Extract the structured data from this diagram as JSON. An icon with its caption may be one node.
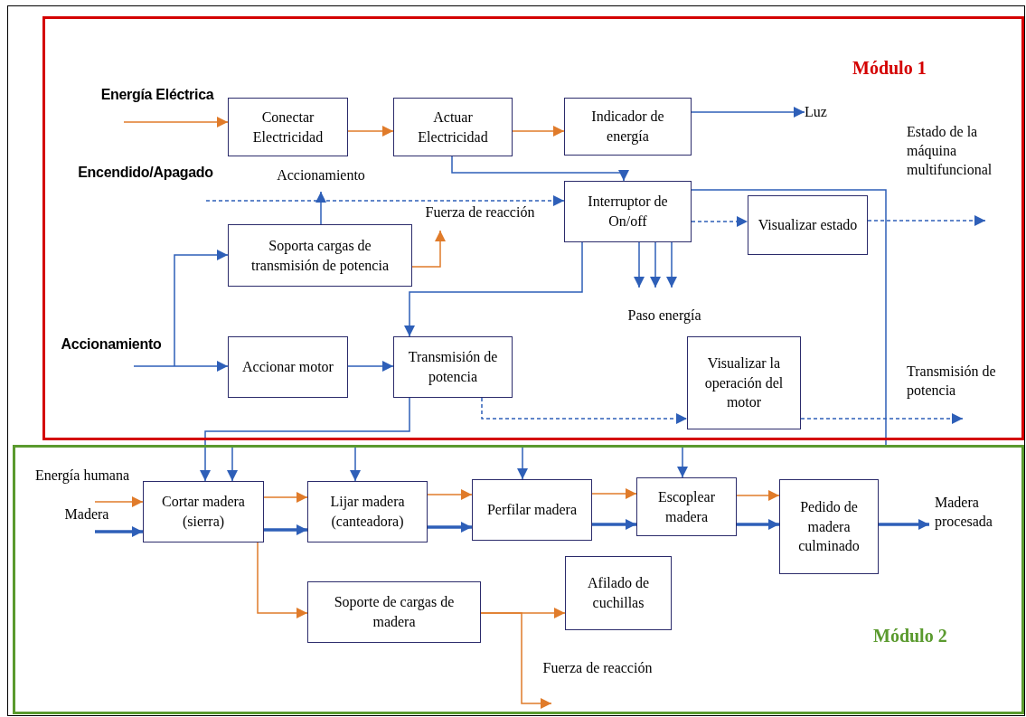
{
  "diagram": {
    "nodes": [
      {
        "text": [
          "Módulo 1"
        ]
      },
      {
        "text": [
          "Módulo 2"
        ]
      },
      {
        "text": [
          "Energía Eléctrica"
        ],
        "in": 0
      },
      {
        "text": [
          "Conectar Electricidad"
        ],
        "in": 0
      },
      {
        "text": [
          "Actuar Electricidad"
        ],
        "in": 0
      },
      {
        "text": [
          "Indicador de energía"
        ],
        "in": 0
      },
      {
        "text": [
          "Luz"
        ],
        "in": 0
      },
      {
        "text": [
          "Encendido/Apagado"
        ],
        "in": 0
      },
      {
        "text": [
          "Accionamiento"
        ],
        "in": 0
      },
      {
        "text": [
          "Fuerza de reacción"
        ],
        "in": 0
      },
      {
        "text": [
          "Interruptor de On/off"
        ],
        "in": 0
      },
      {
        "text": [
          "Visualizar estado"
        ],
        "in": 0
      },
      {
        "text": [
          "Estado de la máquina multifuncional"
        ],
        "in": 0
      },
      {
        "text": [
          "Soporta cargas de transmisión de potencia"
        ],
        "in": 0
      },
      {
        "text": [
          "Paso energía"
        ],
        "in": 0
      },
      {
        "text": [
          "Accionamiento"
        ],
        "in": 0
      },
      {
        "text": [
          "Accionar motor"
        ],
        "in": 0
      },
      {
        "text": [
          "Transmisión de potencia"
        ],
        "in": 0
      },
      {
        "text": [
          "Visualizar la operación del motor"
        ],
        "in": 0
      },
      {
        "text": [
          "Transmisión de potencia"
        ],
        "in": 0
      },
      {
        "text": [
          "Energía humana"
        ],
        "in": 1
      },
      {
        "text": [
          "Madera"
        ],
        "in": 1
      },
      {
        "text": [
          "Cortar madera (sierra)"
        ],
        "in": 1
      },
      {
        "text": [
          "Lijar madera (canteadora)"
        ],
        "in": 1
      },
      {
        "text": [
          "Perfilar madera"
        ],
        "in": 1
      },
      {
        "text": [
          "Escoplear madera"
        ],
        "in": 1
      },
      {
        "text": [
          "Pedido de madera culminado"
        ],
        "in": 1
      },
      {
        "text": [
          "Madera procesada"
        ],
        "in": 1
      },
      {
        "text": [
          "Soporte de cargas de madera"
        ],
        "in": 1
      },
      {
        "text": [
          "Afilado de cuchillas"
        ],
        "in": 1
      },
      {
        "text": [
          "Fuerza de reacción"
        ],
        "in": 1
      }
    ],
    "edges": [
      {
        "from": 2,
        "to": 3,
        "arrow": "to",
        "color": "#e07b2a"
      },
      {
        "from": 3,
        "to": 4,
        "arrow": "to",
        "color": "#e07b2a"
      },
      {
        "from": 4,
        "to": 5,
        "arrow": "to",
        "color": "#e07b2a"
      },
      {
        "from": 5,
        "to": 6,
        "arrow": "to"
      },
      {
        "from": 4,
        "to": 10,
        "arrow": "to"
      },
      {
        "from": 7,
        "to": 10,
        "arrow": "to",
        "style": "dashed"
      },
      {
        "from": 13,
        "to": 8,
        "arrow": "to"
      },
      {
        "from": 13,
        "to": 9,
        "arrow": "to",
        "color": "#e07b2a"
      },
      {
        "from": 10,
        "to": 11,
        "arrow": "to",
        "style": "dashed"
      },
      {
        "from": 11,
        "to": 12,
        "arrow": "to",
        "style": "dashed"
      },
      {
        "from": 10,
        "to": 14,
        "arrow": "to"
      },
      {
        "from": 10,
        "to": 14,
        "arrow": "to"
      },
      {
        "from": 10,
        "to": 14,
        "arrow": "to"
      },
      {
        "from": 10,
        "to": 17,
        "arrow": "to"
      },
      {
        "from": 15,
        "to": 16,
        "arrow": "to"
      },
      {
        "from": 15,
        "to": 13,
        "arrow": "to"
      },
      {
        "from": 16,
        "to": 17,
        "arrow": "to"
      },
      {
        "from": 17,
        "to": 18,
        "arrow": "to",
        "style": "dashed"
      },
      {
        "from": 18,
        "to": 19,
        "arrow": "to",
        "style": "dashed"
      },
      {
        "from": 10,
        "to": 1,
        "arrow": "none"
      },
      {
        "from": 17,
        "to": 22,
        "arrow": "to"
      },
      {
        "from": 1,
        "to": 22,
        "arrow": "to"
      },
      {
        "from": 1,
        "to": 23,
        "arrow": "to"
      },
      {
        "from": 1,
        "to": 24,
        "arrow": "to"
      },
      {
        "from": 1,
        "to": 25,
        "arrow": "to"
      },
      {
        "from": 20,
        "to": 22,
        "arrow": "to",
        "color": "#e07b2a"
      },
      {
        "from": 21,
        "to": 22,
        "arrow": "to",
        "style": "thick"
      },
      {
        "from": 22,
        "to": 23,
        "arrow": "to",
        "color": "#e07b2a"
      },
      {
        "from": 22,
        "to": 23,
        "arrow": "to",
        "style": "thick"
      },
      {
        "from": 23,
        "to": 24,
        "arrow": "to",
        "color": "#e07b2a"
      },
      {
        "from": 23,
        "to": 24,
        "arrow": "to",
        "style": "thick"
      },
      {
        "from": 24,
        "to": 25,
        "arrow": "to",
        "color": "#e07b2a"
      },
      {
        "from": 24,
        "to": 25,
        "arrow": "to",
        "style": "thick"
      },
      {
        "from": 25,
        "to": 26,
        "arrow": "to",
        "color": "#e07b2a"
      },
      {
        "from": 25,
        "to": 26,
        "arrow": "to",
        "style": "thick"
      },
      {
        "from": 26,
        "to": 27,
        "arrow": "to",
        "style": "thick"
      },
      {
        "from": 22,
        "to": 28,
        "arrow": "to",
        "color": "#e07b2a"
      },
      {
        "from": 28,
        "to": 29,
        "arrow": "to",
        "color": "#e07b2a"
      },
      {
        "from": 28,
        "to": 30,
        "arrow": "to",
        "color": "#e07b2a"
      }
    ]
  }
}
